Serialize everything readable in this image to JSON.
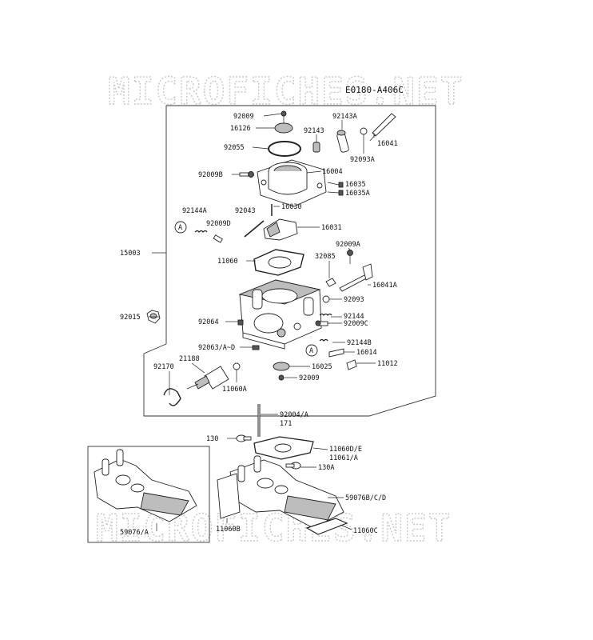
{
  "diagram_code": "E0180-A406C",
  "watermark": "MICROFICHES.NET",
  "callouts": {
    "ref_a": "A",
    "ref_a2": "A"
  },
  "labels": {
    "p92009_top": "92009",
    "p16126": "16126",
    "p92143": "92143",
    "p92143A": "92143A",
    "p16041": "16041",
    "p92093A": "92093A",
    "p92055": "92055",
    "p92009B": "92009B",
    "p16004": "16004",
    "p16035": "16035",
    "p16035A": "16035A",
    "p92144A": "92144A",
    "p92043": "92043",
    "p16030": "16030",
    "p92009D": "92009D",
    "p16031": "16031",
    "p15003": "15003",
    "p92009A": "92009A",
    "p11060": "11060",
    "p32085": "32085",
    "p16041A": "16041A",
    "p92093": "92093",
    "p92015": "92015",
    "p92064": "92064",
    "p92144": "92144",
    "p92009C": "92009C",
    "p92063": "92063/A~D",
    "p92144B": "92144B",
    "p16014": "16014",
    "p21188": "21188",
    "p11012": "11012",
    "p92170": "92170",
    "p16025": "16025",
    "p92009_bot": "92009",
    "p11060A": "11060A",
    "p92004": "92004/A",
    "p171": "171",
    "p130": "130",
    "p11060DE": "11060D/E",
    "p11061A": "11061/A",
    "p130A": "130A",
    "p59076BCD": "59076B/C/D",
    "p59076A": "59076/A",
    "p11060B": "11060B",
    "p11060C": "11060C"
  }
}
